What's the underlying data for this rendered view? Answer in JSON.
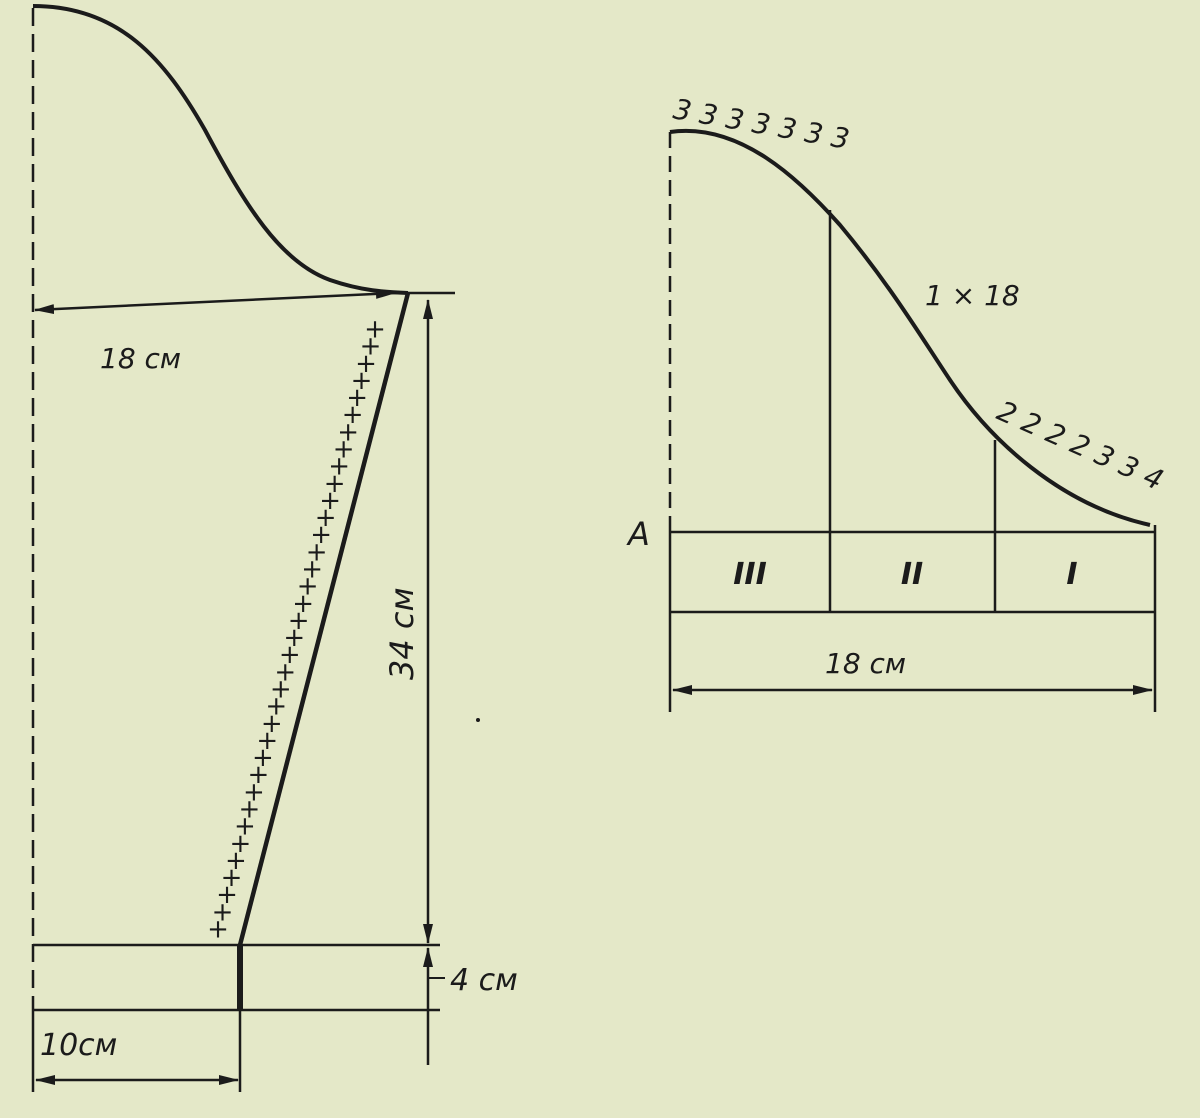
{
  "colors": {
    "background": "#e4e8c8",
    "ink": "#1b1b1b"
  },
  "left_pattern": {
    "width_label": "18 см",
    "height_label": "34 см",
    "band_label": "4 см",
    "bottom_width_label": "10см",
    "plus_mark": "+"
  },
  "right_pattern": {
    "point_label": "A",
    "top_rows_label": "3 3 3 3 3 3 3",
    "middle_rows_label": "1 × 18",
    "lower_rows_label": "2 2 2 2 3 3 4",
    "sections": [
      "III",
      "II",
      "I"
    ],
    "width_label": "18 см"
  }
}
